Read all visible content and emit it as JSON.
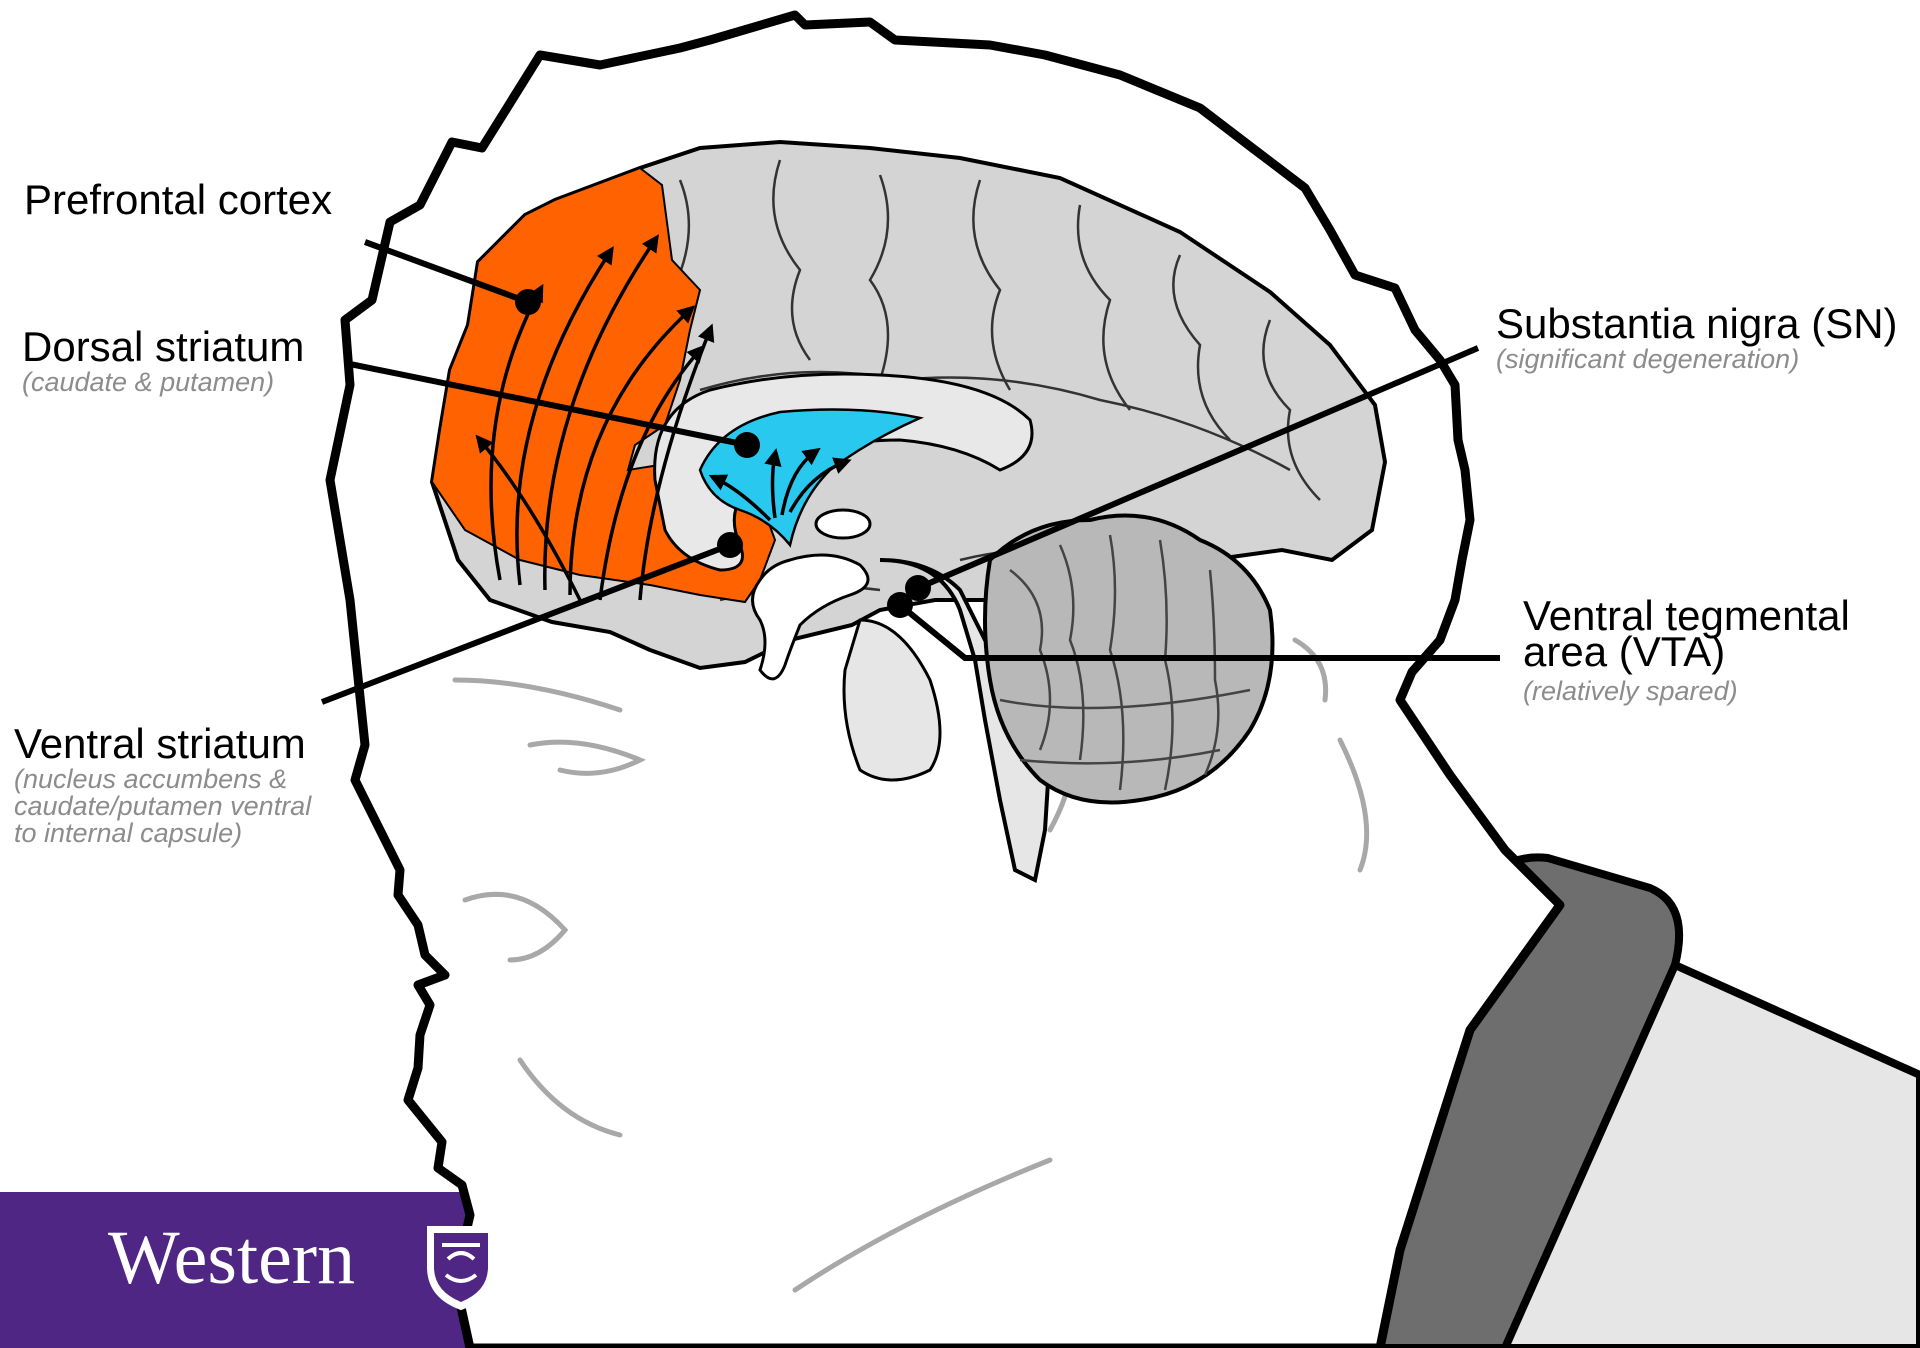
{
  "labels": {
    "prefrontal_cortex": {
      "title": "Prefrontal cortex"
    },
    "dorsal_striatum": {
      "title": "Dorsal striatum",
      "note": "(caudate & putamen)"
    },
    "ventral_striatum": {
      "title": "Ventral striatum",
      "note_lines": [
        "(nucleus accumbens &",
        "caudate/putamen ventral",
        "to internal capsule)"
      ]
    },
    "substantia_nigra": {
      "title": "Substantia nigra (SN)",
      "note": "(significant degeneration)"
    },
    "vta": {
      "title_lines": [
        "Ventral tegmental",
        "area (VTA)"
      ],
      "note": "(relatively spared)"
    }
  },
  "footer": {
    "logo_text": "Western",
    "crest_icon": "shield-crest-icon"
  },
  "colors": {
    "prefrontal": "#ff6200",
    "striatum": "#29c8ee",
    "brain": "#d4d4d4",
    "brain_light": "#e6e6e6",
    "footer_band": "#4f2683",
    "shoulder": "#6e6e6e"
  }
}
